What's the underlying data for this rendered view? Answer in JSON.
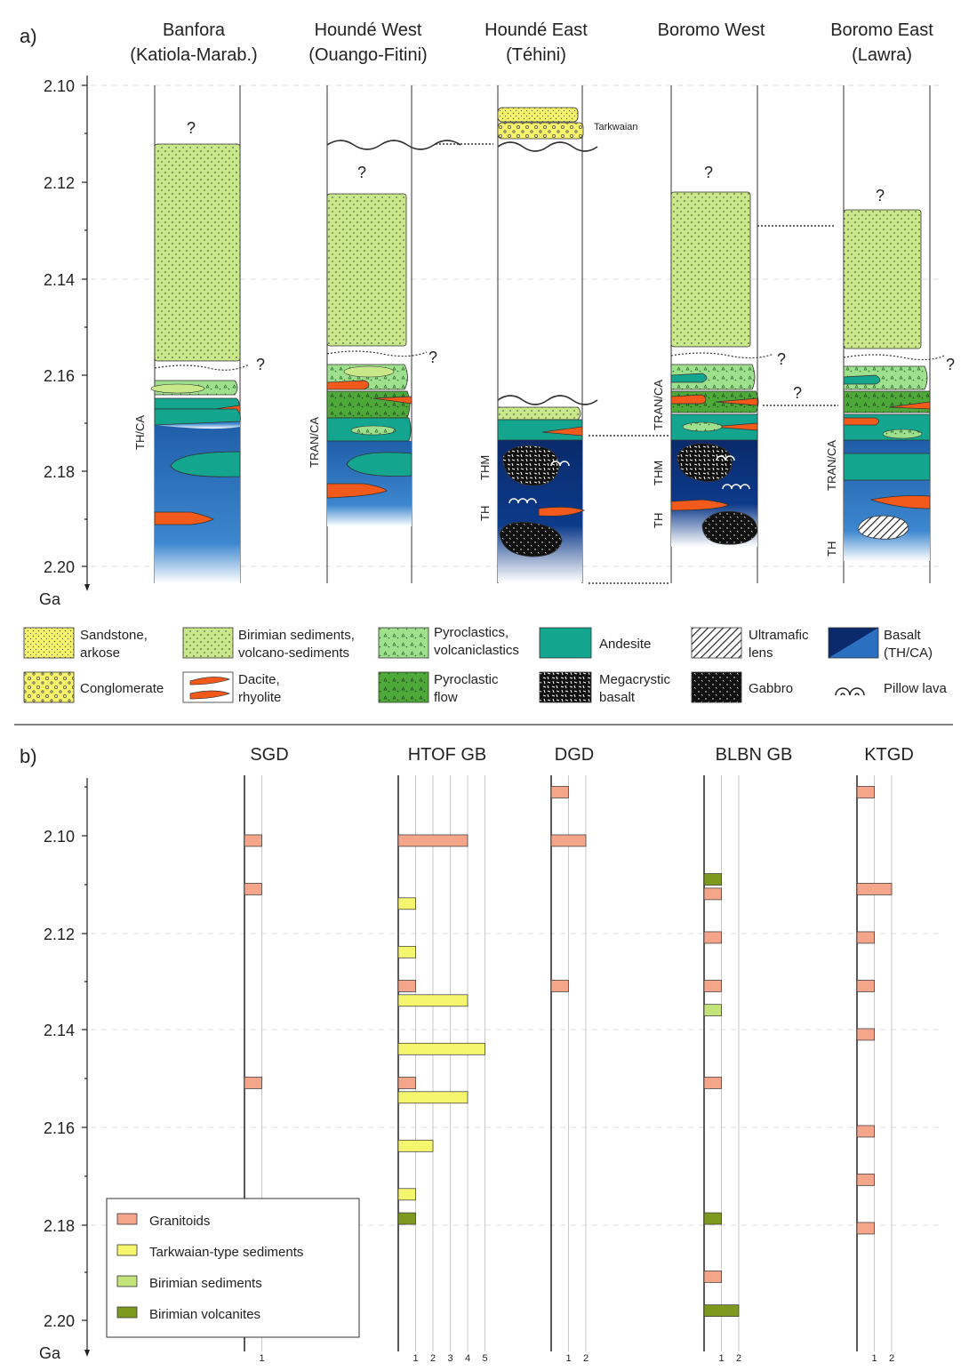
{
  "panel_a": {
    "label": "a)",
    "axis_unit": "Ga",
    "y_ticks": [
      "2.10",
      "2.12",
      "2.14",
      "2.16",
      "2.18",
      "2.20"
    ],
    "columns": [
      {
        "name": "Banfora",
        "sub": "(Katiola-Marab.)",
        "series_labels": [
          "TH/CA"
        ]
      },
      {
        "name": "Houndé West",
        "sub": "(Ouango-Fitini)",
        "series_labels": [
          "TRAN/CA"
        ]
      },
      {
        "name": "Houndé East",
        "sub": "(Téhini)",
        "series_labels": [
          "THM",
          "TH"
        ]
      },
      {
        "name": "Boromo West",
        "sub": "",
        "series_labels": [
          "TRAN/CA",
          "THM",
          "TH"
        ]
      },
      {
        "name": "Boromo East",
        "sub": "(Lawra)",
        "series_labels": [
          "TRAN/CA",
          "TH"
        ]
      }
    ],
    "question_mark": "?",
    "tarkwaian_label": "Tarkwaian",
    "legend": [
      {
        "id": "sandstone",
        "lines": [
          "Sandstone,",
          "arkose"
        ]
      },
      {
        "id": "birimian-sed",
        "lines": [
          "Birimian sediments,",
          "volcano-sediments"
        ]
      },
      {
        "id": "pyroclastics",
        "lines": [
          "Pyroclastics,",
          "volcaniclastics"
        ]
      },
      {
        "id": "andesite",
        "lines": [
          "Andesite"
        ]
      },
      {
        "id": "ultramafic",
        "lines": [
          "Ultramafic",
          "lens"
        ]
      },
      {
        "id": "basalt",
        "lines": [
          "Basalt",
          "(TH/CA)"
        ]
      },
      {
        "id": "conglomerate",
        "lines": [
          "Conglomerate"
        ]
      },
      {
        "id": "dacite",
        "lines": [
          "Dacite,",
          "rhyolite"
        ]
      },
      {
        "id": "pyro-flow",
        "lines": [
          "Pyroclastic",
          "flow"
        ]
      },
      {
        "id": "megacrystic",
        "lines": [
          "Megacrystic",
          "basalt"
        ]
      },
      {
        "id": "gabbro",
        "lines": [
          "Gabbro"
        ]
      },
      {
        "id": "pillow",
        "lines": [
          "Pillow lava"
        ]
      }
    ]
  },
  "panel_b": {
    "label": "b)",
    "axis_unit": "Ga",
    "y_ticks": [
      "2.10",
      "2.12",
      "2.14",
      "2.16",
      "2.18",
      "2.20"
    ],
    "legend": [
      {
        "id": "granitoids",
        "label": "Granitoids",
        "color": "#f4a58a"
      },
      {
        "id": "tarkwaian",
        "label": "Tarkwaian-type sediments",
        "color": "#f5f56e"
      },
      {
        "id": "birimian-sed",
        "label": "Birimian sediments",
        "color": "#c2e27a"
      },
      {
        "id": "birimian-volc",
        "label": "Birimian volcanites",
        "color": "#7d9a1f"
      }
    ],
    "columns": [
      {
        "name": "SGD",
        "scale": [
          "1"
        ],
        "bars": [
          {
            "age": 2.101,
            "count": 1,
            "kind": "granitoids"
          },
          {
            "age": 2.111,
            "count": 1,
            "kind": "granitoids"
          },
          {
            "age": 2.151,
            "count": 1,
            "kind": "granitoids"
          }
        ]
      },
      {
        "name": "HTOF GB",
        "scale": [
          "1",
          "2",
          "3",
          "4",
          "5"
        ],
        "bars": [
          {
            "age": 2.101,
            "count": 4,
            "kind": "granitoids"
          },
          {
            "age": 2.114,
            "count": 1,
            "kind": "tarkwaian"
          },
          {
            "age": 2.124,
            "count": 1,
            "kind": "tarkwaian"
          },
          {
            "age": 2.131,
            "count": 1,
            "kind": "granitoids"
          },
          {
            "age": 2.134,
            "count": 4,
            "kind": "tarkwaian"
          },
          {
            "age": 2.144,
            "count": 5,
            "kind": "tarkwaian"
          },
          {
            "age": 2.151,
            "count": 1,
            "kind": "granitoids"
          },
          {
            "age": 2.154,
            "count": 4,
            "kind": "tarkwaian"
          },
          {
            "age": 2.164,
            "count": 2,
            "kind": "tarkwaian"
          },
          {
            "age": 2.174,
            "count": 1,
            "kind": "tarkwaian"
          },
          {
            "age": 2.179,
            "count": 1,
            "kind": "birimian-volc"
          }
        ]
      },
      {
        "name": "DGD",
        "scale": [
          "1",
          "2"
        ],
        "bars": [
          {
            "age": 2.091,
            "count": 1,
            "kind": "granitoids"
          },
          {
            "age": 2.101,
            "count": 2,
            "kind": "granitoids"
          },
          {
            "age": 2.131,
            "count": 1,
            "kind": "granitoids"
          }
        ]
      },
      {
        "name": "BLBN GB",
        "scale": [
          "1",
          "2"
        ],
        "bars": [
          {
            "age": 2.109,
            "count": 1,
            "kind": "birimian-volc"
          },
          {
            "age": 2.112,
            "count": 1,
            "kind": "granitoids"
          },
          {
            "age": 2.121,
            "count": 1,
            "kind": "granitoids"
          },
          {
            "age": 2.131,
            "count": 1,
            "kind": "granitoids"
          },
          {
            "age": 2.136,
            "count": 1,
            "kind": "birimian-sed"
          },
          {
            "age": 2.151,
            "count": 1,
            "kind": "granitoids"
          },
          {
            "age": 2.179,
            "count": 1,
            "kind": "birimian-volc"
          },
          {
            "age": 2.191,
            "count": 1,
            "kind": "granitoids"
          },
          {
            "age": 2.198,
            "count": 2,
            "kind": "birimian-volc"
          }
        ]
      },
      {
        "name": "KTGD",
        "scale": [
          "1",
          "2"
        ],
        "bars": [
          {
            "age": 2.091,
            "count": 1,
            "kind": "granitoids"
          },
          {
            "age": 2.111,
            "count": 2,
            "kind": "granitoids"
          },
          {
            "age": 2.121,
            "count": 1,
            "kind": "granitoids"
          },
          {
            "age": 2.131,
            "count": 1,
            "kind": "granitoids"
          },
          {
            "age": 2.141,
            "count": 1,
            "kind": "granitoids"
          },
          {
            "age": 2.161,
            "count": 1,
            "kind": "granitoids"
          },
          {
            "age": 2.171,
            "count": 1,
            "kind": "granitoids"
          },
          {
            "age": 2.181,
            "count": 1,
            "kind": "granitoids"
          }
        ]
      }
    ]
  }
}
